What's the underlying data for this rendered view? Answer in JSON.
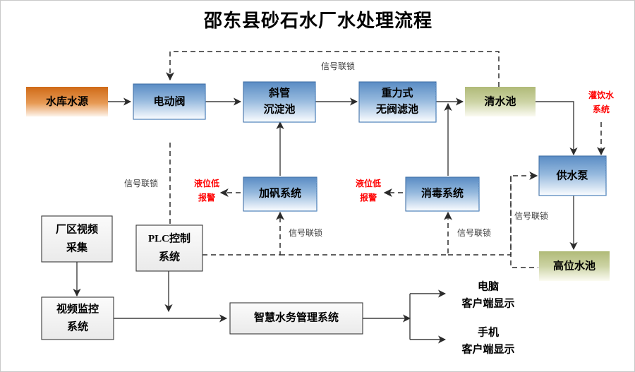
{
  "title": "邵东县砂石水厂水处理流程",
  "nodes": {
    "source": "水库水源",
    "valve": "电动阀",
    "settler_l1": "斜管",
    "settler_l2": "沉淀池",
    "filter_l1": "重力式",
    "filter_l2": "无阀滤池",
    "clearwell": "清水池",
    "pump": "供水泵",
    "hightank": "高位水池",
    "alum": "加矾系统",
    "disinfect": "消毒系统",
    "plc_l1": "PLC控制",
    "plc_l2": "系统",
    "cctv_capture_l1": "厂区视频",
    "cctv_capture_l2": "采集",
    "cctv_monitor_l1": "视频监控",
    "cctv_monitor_l2": "系统",
    "smartwater": "智慧水务管理系统"
  },
  "outputs": {
    "pc_l1": "电脑",
    "pc_l2": "客户端显示",
    "mobile_l1": "手机",
    "mobile_l2": "客户端显示"
  },
  "edge_labels": {
    "interlock_top": "信号联锁",
    "interlock_left": "信号联锁",
    "interlock_alum": "信号联锁",
    "interlock_disinfect": "信号联锁",
    "interlock_pump": "信号联锁"
  },
  "alarms": {
    "alum_l1": "液位低",
    "alum_l2": "报警",
    "disinfect_l1": "液位低",
    "disinfect_l2": "报警",
    "irrigation_l1": "灌饮水",
    "irrigation_l2": "系统"
  },
  "colors": {
    "orange_top": "#d2691e",
    "orange_bottom": "#ffffff",
    "blue_top": "#5b8fc9",
    "blue_bottom": "#ffffff",
    "olive_top": "#b3bc7e",
    "olive_bottom": "#fdfdf5",
    "plain_box": "#f2f2f2",
    "alarm_red": "#ff0000",
    "line": "#3f3f3f"
  }
}
